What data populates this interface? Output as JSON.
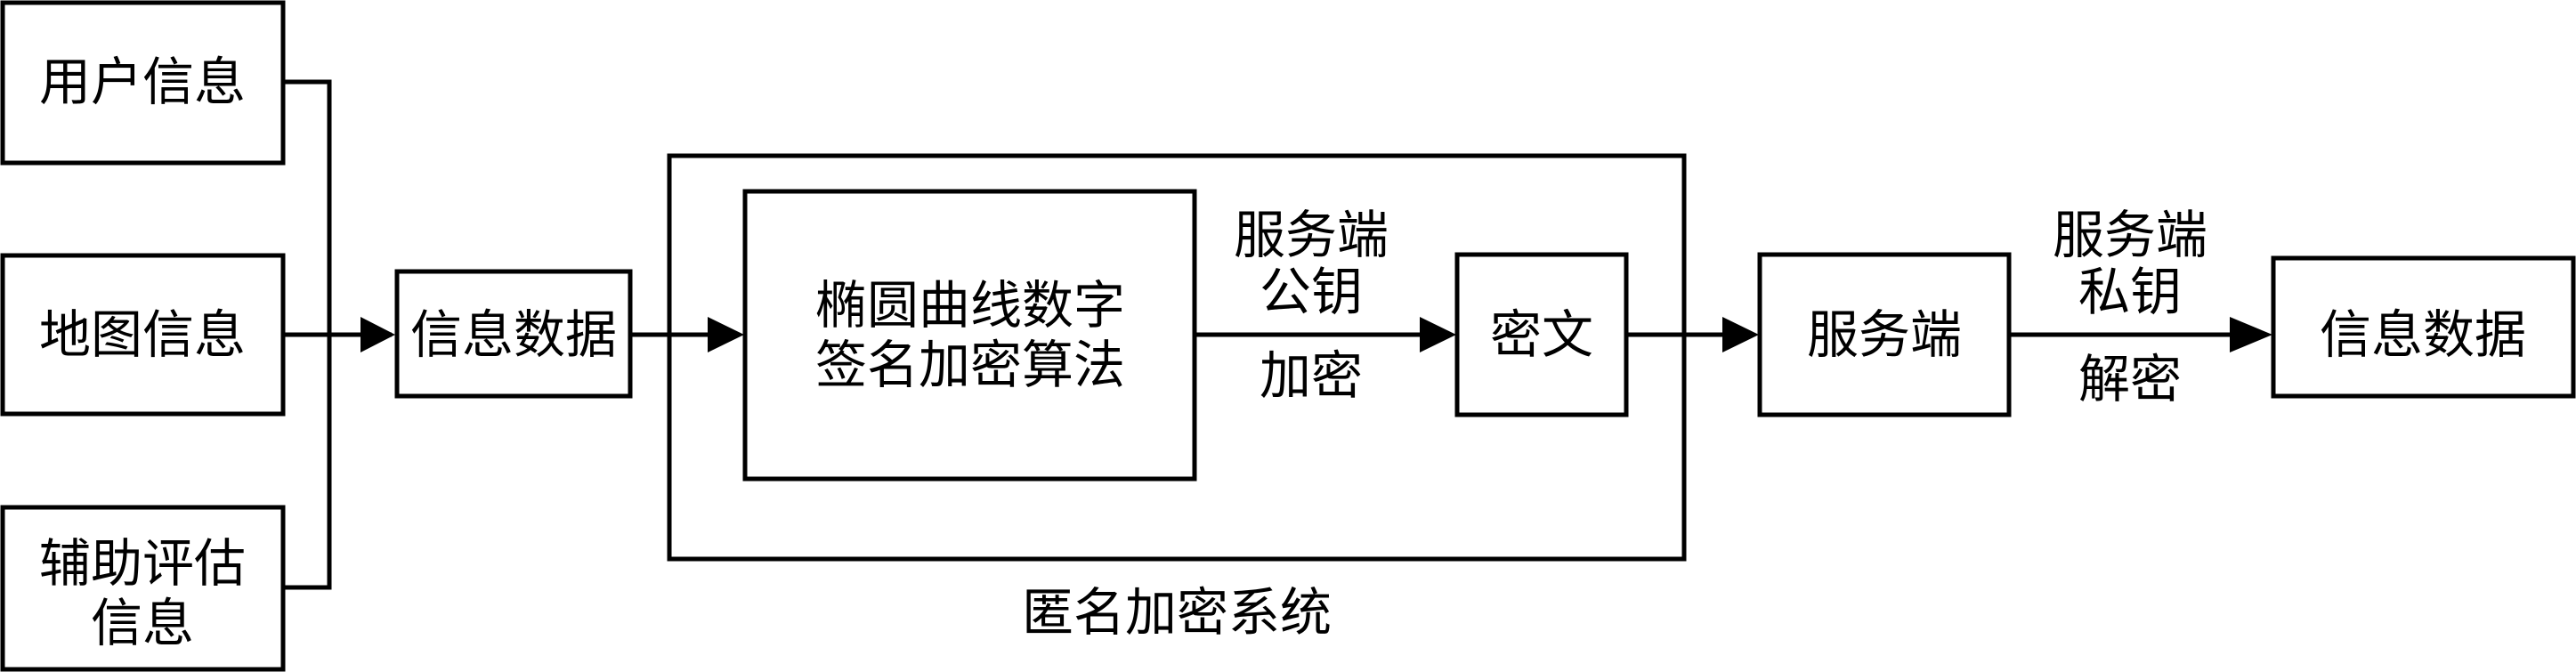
{
  "inputs": {
    "user_info": "用户信息",
    "map_info": "地图信息",
    "aux_eval_line1": "辅助评估",
    "aux_eval_line2": "信息"
  },
  "info_data_left": "信息数据",
  "system": {
    "algorithm_line1": "椭圆曲线数字",
    "algorithm_line2": "签名加密算法",
    "encrypt_label_line1": "服务端",
    "encrypt_label_line2": "公钥",
    "encrypt_label_line3": "加密",
    "ciphertext": "密文",
    "caption": "匿名加密系统"
  },
  "server": "服务端",
  "decrypt_label_line1": "服务端",
  "decrypt_label_line2": "私钥",
  "decrypt_label_line3": "解密",
  "info_data_right": "信息数据"
}
